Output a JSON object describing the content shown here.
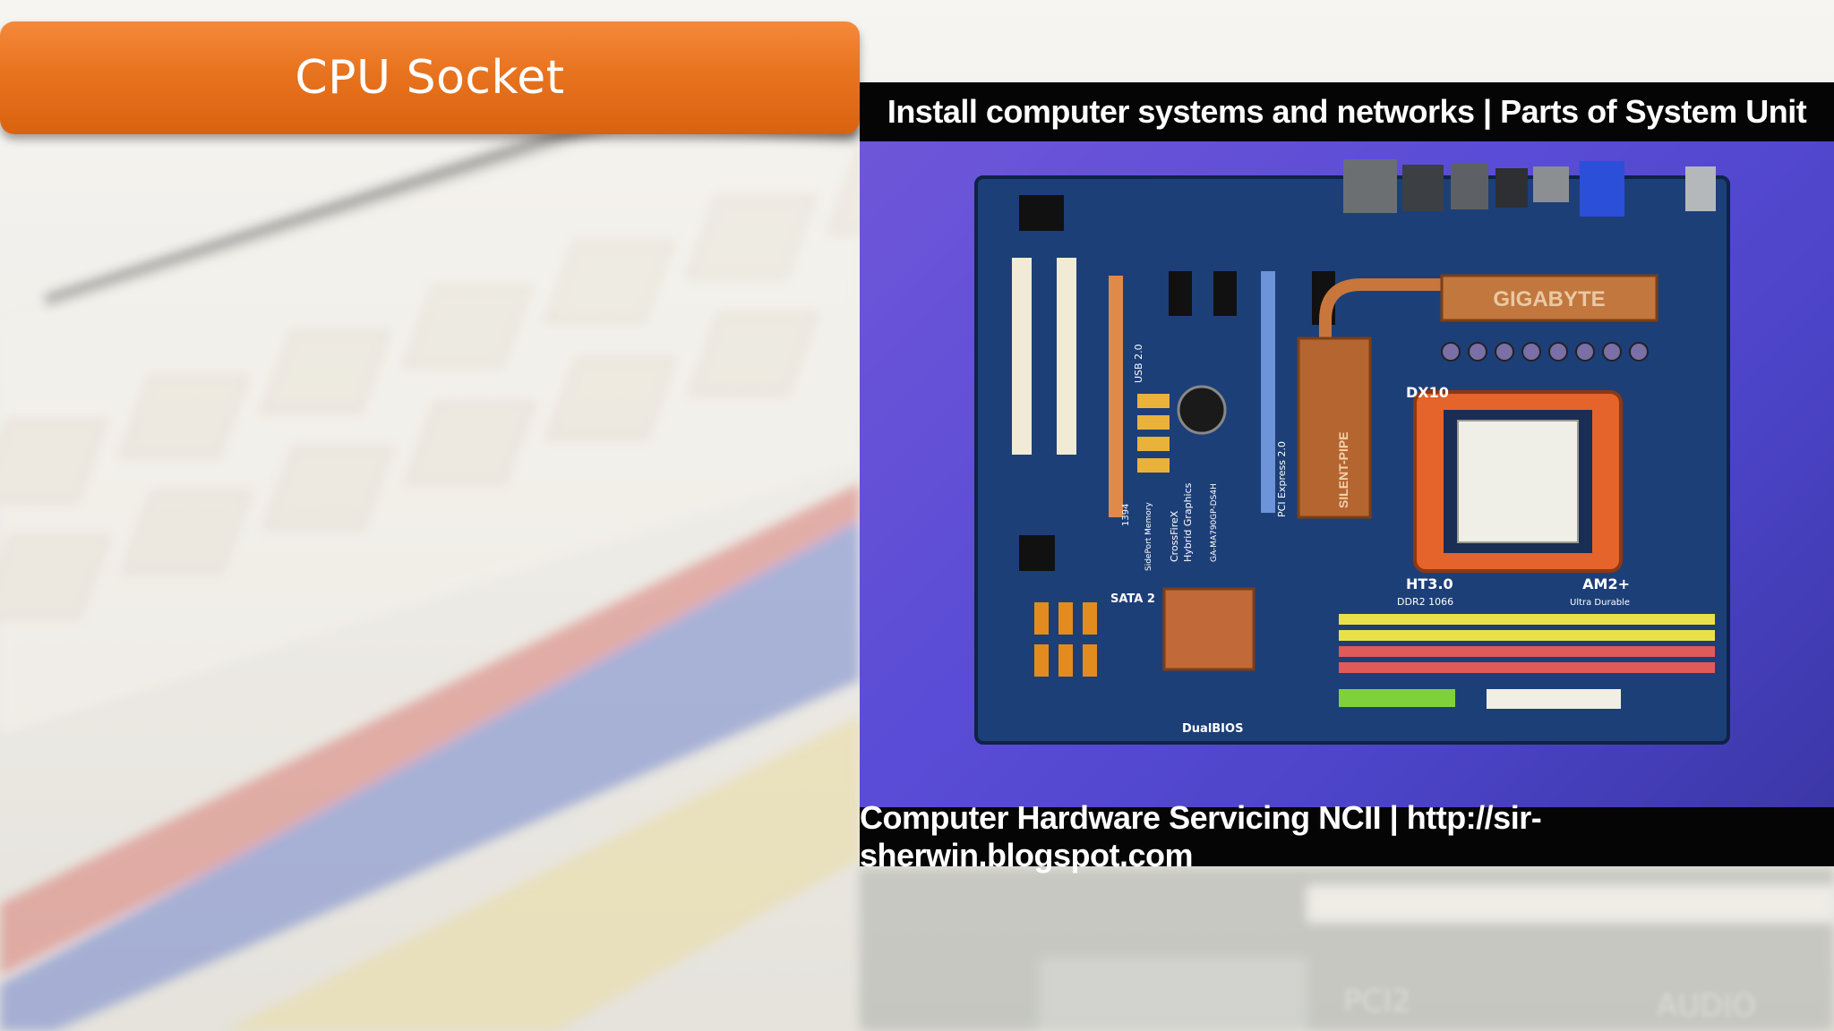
{
  "slide": {
    "title": "CPU Socket"
  },
  "image": {
    "caption_top": "Install computer systems and networks | Parts of System Unit",
    "caption_bottom": "Computer Hardware Servicing NCII | http://sir-sherwin.blogspot.com",
    "board_labels": {
      "brand": "GIGABYTE",
      "heatsink": "SILENT-PIPE",
      "dx10": "DX10",
      "ht30": "HT3.0",
      "am2": "AM2+",
      "ddr": "DDR2 1066",
      "ultra": "Ultra Durable",
      "sata2": "SATA 2",
      "usb20": "USB 2.0",
      "pcie": "PCI Express 2.0",
      "dualbios": "DualBIOS",
      "crossfirex": "CrossFireX",
      "hybrid": "Hybrid Graphics",
      "sideport": "SidePort Memory",
      "ieee": "1394",
      "model": "GA-MA790GP-DS4H"
    }
  },
  "background": {
    "connector_labels": [
      "PCI2",
      "AUDIO"
    ]
  }
}
